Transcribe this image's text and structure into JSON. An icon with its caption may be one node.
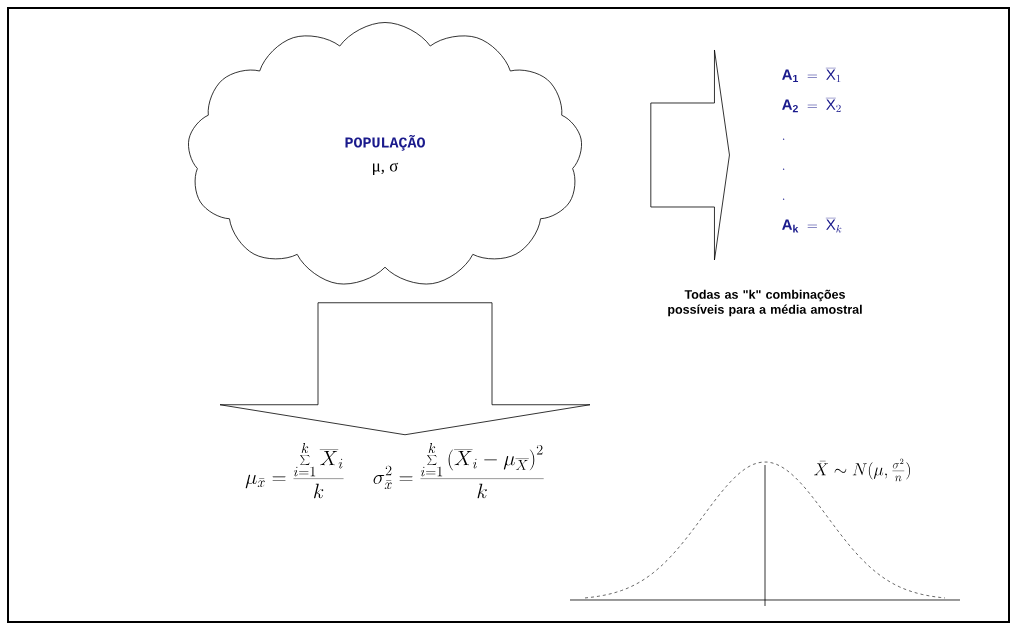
{
  "diagram": {
    "nodes": [
      {
        "text": [
          "POPULAÇÃO",
          "μ, σ"
        ]
      },
      {
        "text": [
          "\\mathbf{A_{1}} \\;=\\; \\overline{\\mathrm{X}}_{1}",
          "\\mathbf{A_{2}} \\;=\\; \\overline{\\mathrm{X}}_{2}",
          "\\mathbf{.}",
          "\\mathbf{.}",
          "\\mathbf{.}",
          "\\mathbf{A_{k}} \\;=\\; \\overline{\\mathrm{X}}_{k}"
        ]
      },
      {
        "text": [
          "\\mu_{\\bar{x}} = \\frac{\\sum\\limits_{i=1}^{k} \\overline{X}_{i}}{k}",
          "\\sigma^{2}_{\\bar{x}} = \\frac{\\sum\\limits_{i=1}^{k} \\left(\\overline{X}_{i} - \\mu_{\\overline{X}}\\right)^{2}}{k}"
        ]
      }
    ],
    "edges": [
      {
        "from": 0,
        "to": 1,
        "arrow": "to"
      },
      {
        "from": 0,
        "to": 2,
        "arrow": "to"
      }
    ],
    "labels": [
      "Todas as \"k\" combinações possíveis para a média amostral",
      "\\bar{X} \\sim N(\\mu, \\frac{\\sigma^{2}}{n})"
    ]
  }
}
